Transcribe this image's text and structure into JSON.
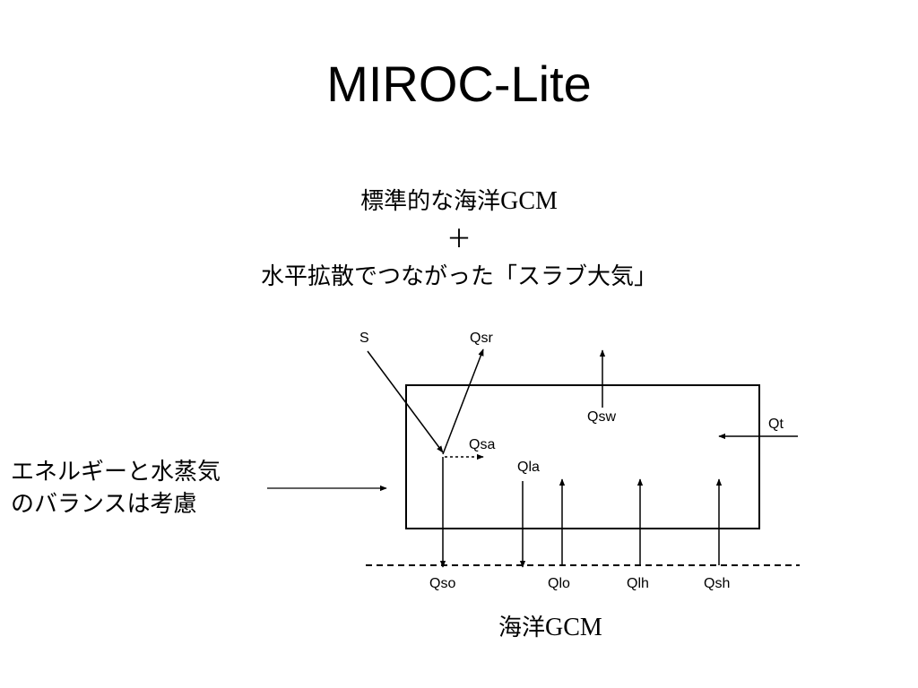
{
  "title": "MIROC-Lite",
  "subtitle": {
    "line1_ja": "標準的な海洋",
    "line1_latin": "GCM",
    "line2": "＋",
    "line3": "水平拡散でつながった「スラブ大気」"
  },
  "side_label": {
    "line1": "エネルギーと水蒸気",
    "line2": "のバランスは考慮"
  },
  "caption": {
    "ja": "海洋",
    "latin": "GCM"
  },
  "diagram": {
    "labels": {
      "S": "S",
      "Qsr": "Qsr",
      "Qsw": "Qsw",
      "Qt": "Qt",
      "Qsa": "Qsa",
      "Qla": "Qla",
      "Qso": "Qso",
      "Qlo": "Qlo",
      "Qlh": "Qlh",
      "Qsh": "Qsh"
    }
  }
}
